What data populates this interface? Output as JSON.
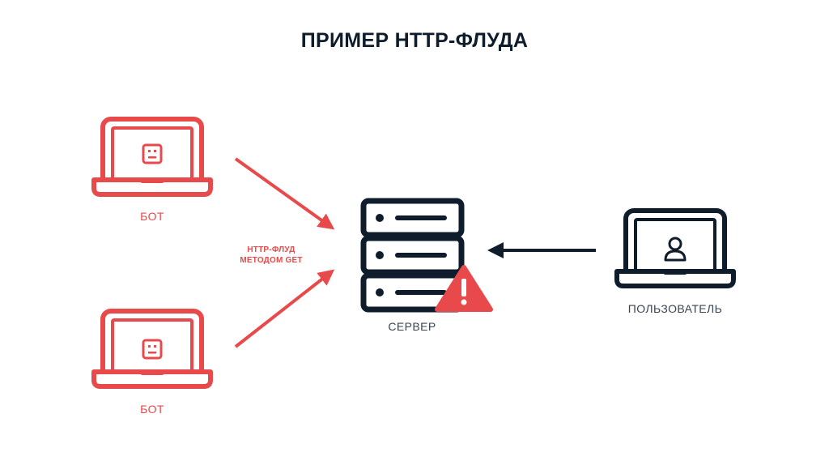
{
  "title": "ПРИМЕР HTTP-ФЛУДА",
  "nodes": {
    "bot_top": {
      "label": "БОТ"
    },
    "bot_bottom": {
      "label": "БОТ"
    },
    "server": {
      "label": "СЕРВЕР"
    },
    "user": {
      "label": "ПОЛЬЗОВАТЕЛЬ"
    }
  },
  "attack_label": {
    "line1": "HTTP-ФЛУД",
    "line2": "МЕТОДОМ GET"
  },
  "colors": {
    "attack": "#e8494b",
    "normal": "#0f1c2c",
    "label_dark": "#3a4453",
    "background": "#ffffff"
  },
  "icons": {
    "bot_face": "bot-face-icon",
    "user_person": "user-person-icon",
    "server_stack": "server-stack-icon",
    "warning": "warning-triangle-icon"
  }
}
